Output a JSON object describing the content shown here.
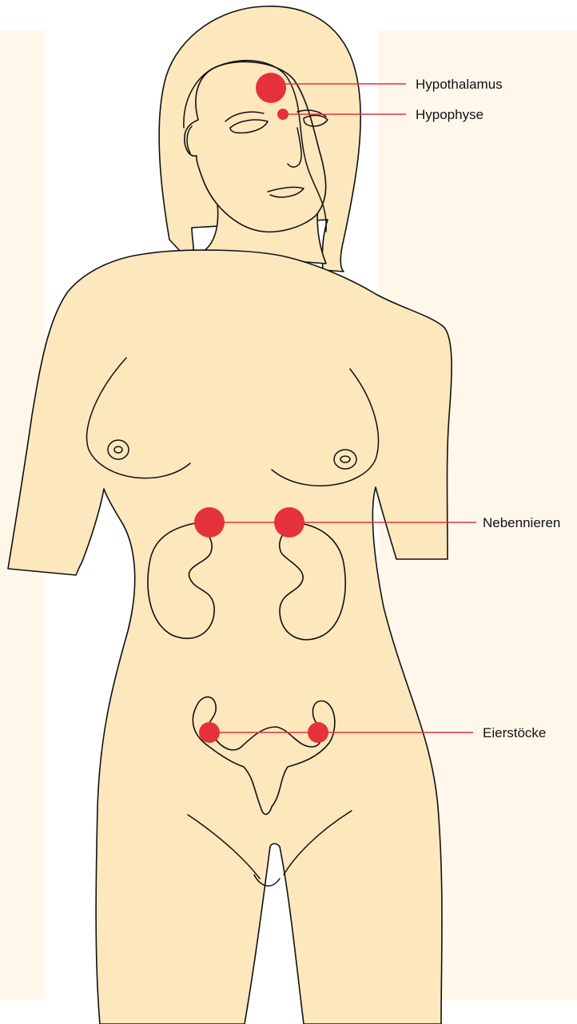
{
  "diagram": {
    "labels": {
      "hypothalamus": "Hypothalamus",
      "hypophyse": "Hypophyse",
      "nebennieren": "Nebennieren",
      "eierstoecke": "Eierstöcke"
    },
    "colors": {
      "body": "#fde7bd",
      "outline": "#111111",
      "gland": "#e5323a",
      "background_panel": "#fff7ea"
    }
  }
}
